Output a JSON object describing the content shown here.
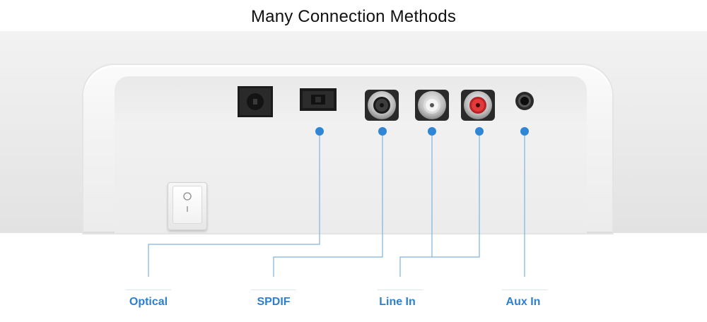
{
  "title": "Many Connection Methods",
  "ports": [
    {
      "name": "Optical"
    },
    {
      "name": "SPDIF"
    },
    {
      "name": "Line In"
    },
    {
      "name": "Aux In"
    }
  ],
  "colors": {
    "accent": "#2f86d6",
    "label": "#2d7fd0",
    "rca_red": "#e23a3a",
    "rca_white": "#f4f4f4",
    "rca_black": "#222222"
  }
}
